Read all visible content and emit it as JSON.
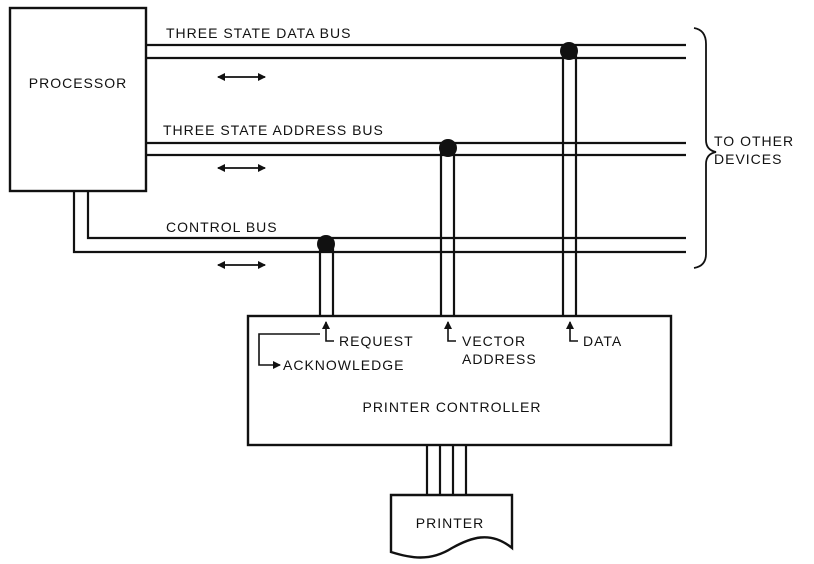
{
  "processor": {
    "label": "PROCESSOR"
  },
  "buses": {
    "data": {
      "label": "THREE STATE DATA BUS"
    },
    "address": {
      "label": "THREE STATE ADDRESS BUS"
    },
    "control": {
      "label": "CONTROL BUS"
    }
  },
  "other_devices": {
    "line1": "TO OTHER",
    "line2": "DEVICES"
  },
  "controller": {
    "label": "PRINTER CONTROLLER",
    "request": "REQUEST",
    "acknowledge": "ACKNOWLEDGE",
    "vector_line1": "VECTOR",
    "vector_line2": "ADDRESS",
    "data": "DATA"
  },
  "printer": {
    "label": "PRINTER"
  }
}
